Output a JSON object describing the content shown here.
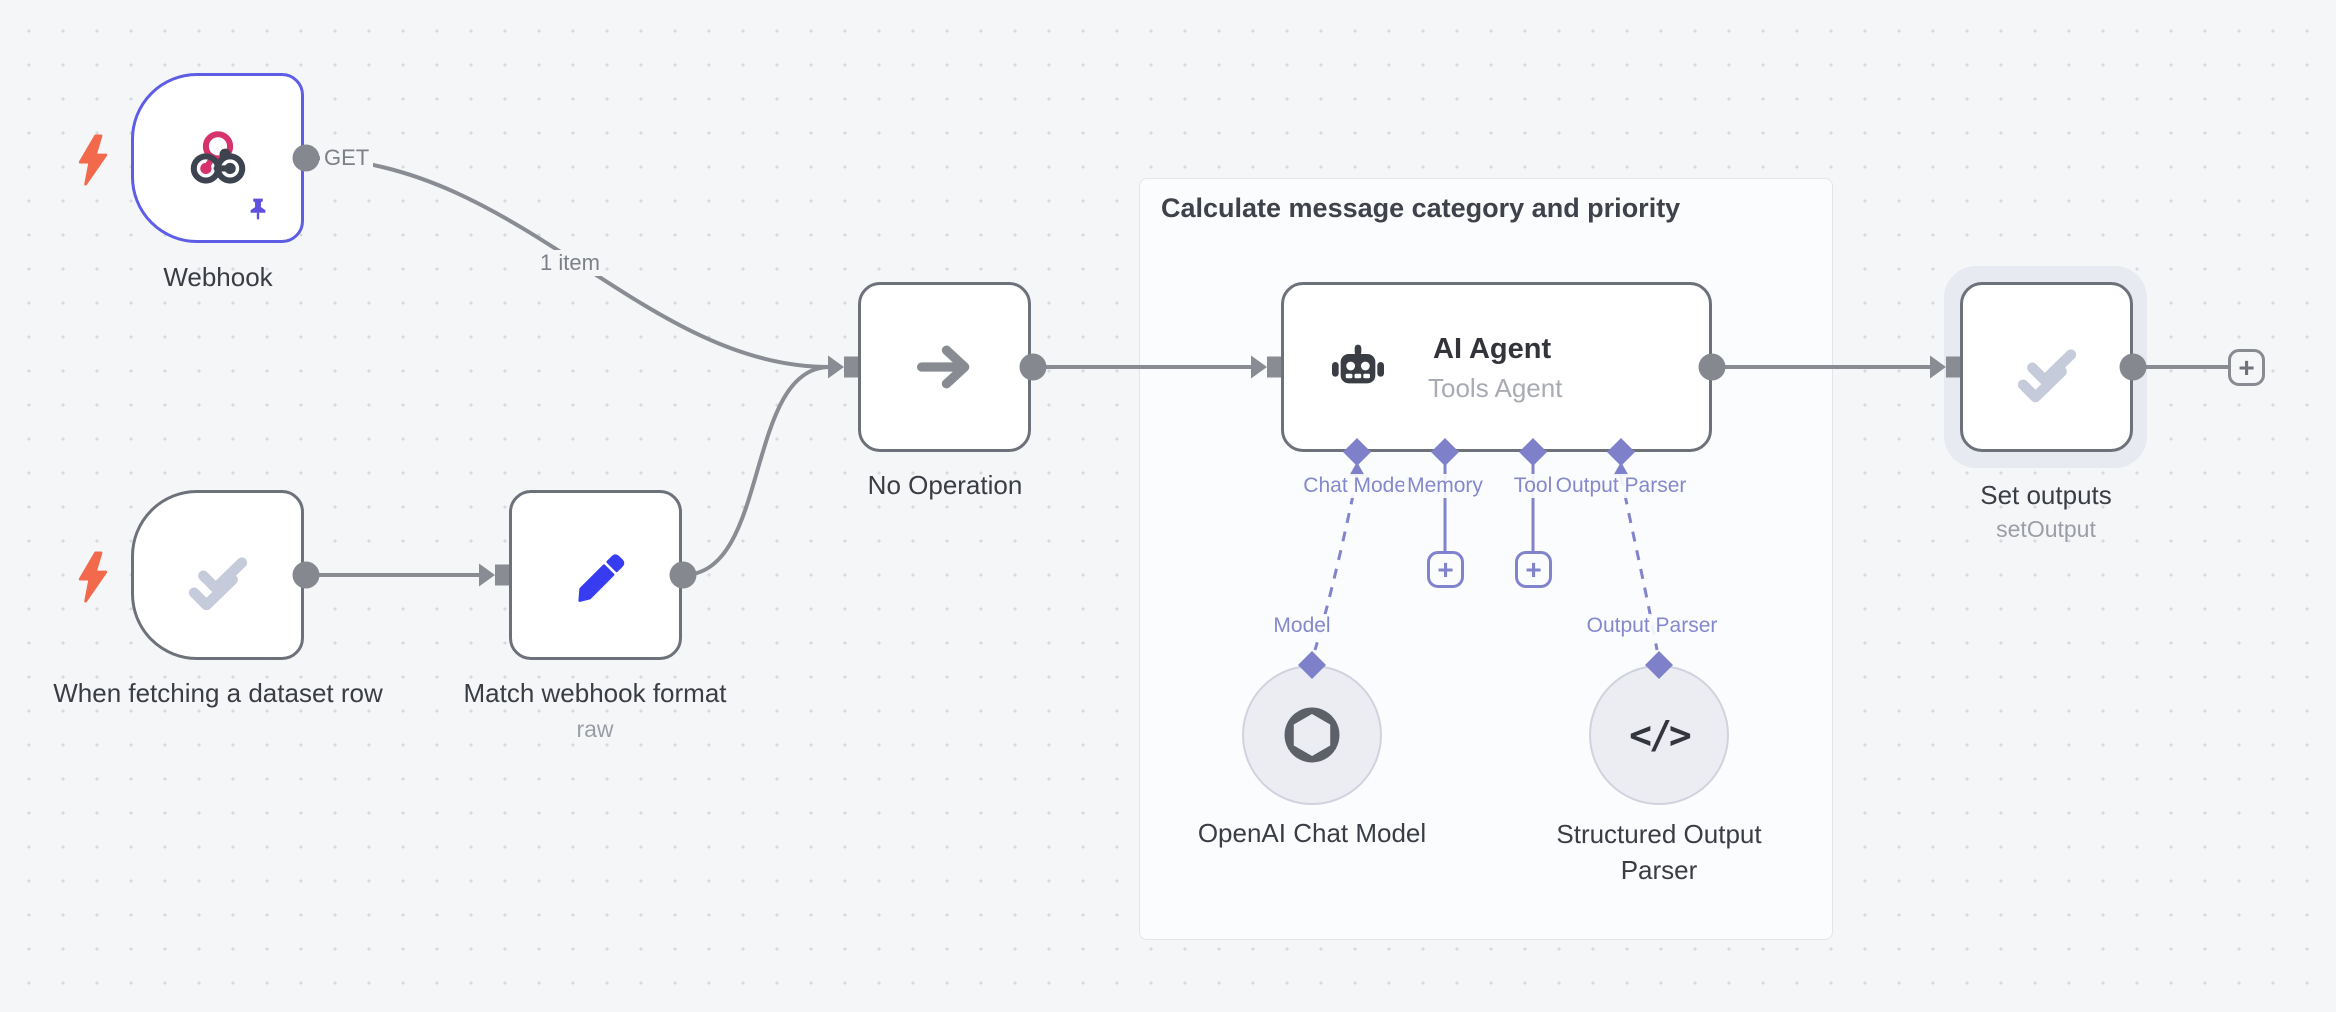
{
  "colors": {
    "canvas_bg": "#f5f6f8",
    "grid_dot": "#d8dade",
    "node_border": "#6d717a",
    "node_bg": "#ffffff",
    "edge_gray": "#898c92",
    "text_dark": "#3a3d44",
    "text_muted": "#9b9ea6",
    "connector_purple": "#8184cd",
    "trigger_accent_purple": "#5d5de6",
    "bolt_orange": "#f2694c",
    "pencil_blue": "#383cf0",
    "check_icon_gray": "#c5cbdb",
    "webhook_pink": "#d6336c",
    "frame_bg": "#fbfcfd",
    "selection_halo": "#e8eaf1"
  },
  "frame": {
    "title": "Calculate message category and priority"
  },
  "nodes": {
    "webhook": {
      "title": "Webhook",
      "method": "GET"
    },
    "when_fetching": {
      "title": "When fetching a dataset row"
    },
    "match_format": {
      "title": "Match webhook format",
      "subtitle": "raw"
    },
    "noop": {
      "title": "No Operation"
    },
    "ai_agent": {
      "title": "AI Agent",
      "subtitle": "Tools Agent"
    },
    "openai": {
      "title": "OpenAI Chat Model",
      "port_label": "Model"
    },
    "parser": {
      "title": "Structured Output Parser",
      "port_label": "Output Parser"
    },
    "set_outputs": {
      "title": "Set outputs",
      "subtitle": "setOutput"
    }
  },
  "connectors": {
    "chat_model": "Chat Model",
    "memory": "Memory",
    "tool": "Tool",
    "output_parser": "Output Parser"
  },
  "edges": {
    "webhook_to_noop_label": "1 item"
  },
  "icons": {
    "plus": "+",
    "code": "</>"
  }
}
